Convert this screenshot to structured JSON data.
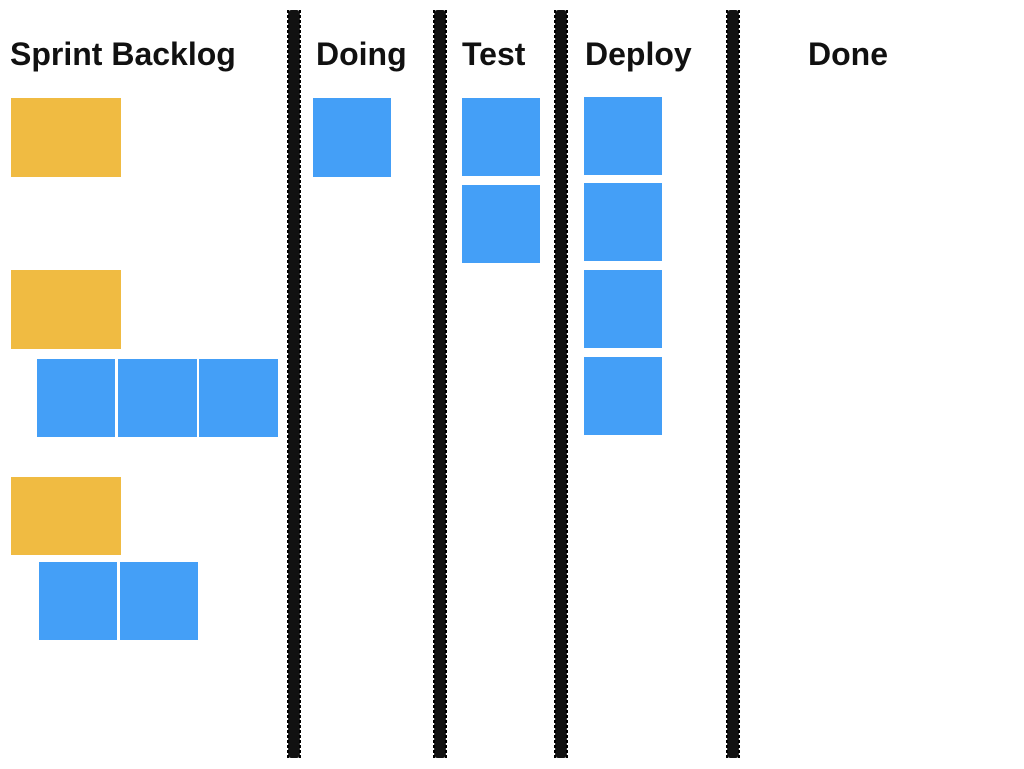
{
  "board": {
    "columns": [
      {
        "key": "sprint-backlog",
        "title": "Sprint Backlog"
      },
      {
        "key": "doing",
        "title": "Doing"
      },
      {
        "key": "test",
        "title": "Test"
      },
      {
        "key": "deploy",
        "title": "Deploy"
      },
      {
        "key": "done",
        "title": "Done"
      }
    ]
  },
  "colors": {
    "story_card": "#f0bb42",
    "task_card": "#449ff7",
    "divider": "#111111"
  }
}
